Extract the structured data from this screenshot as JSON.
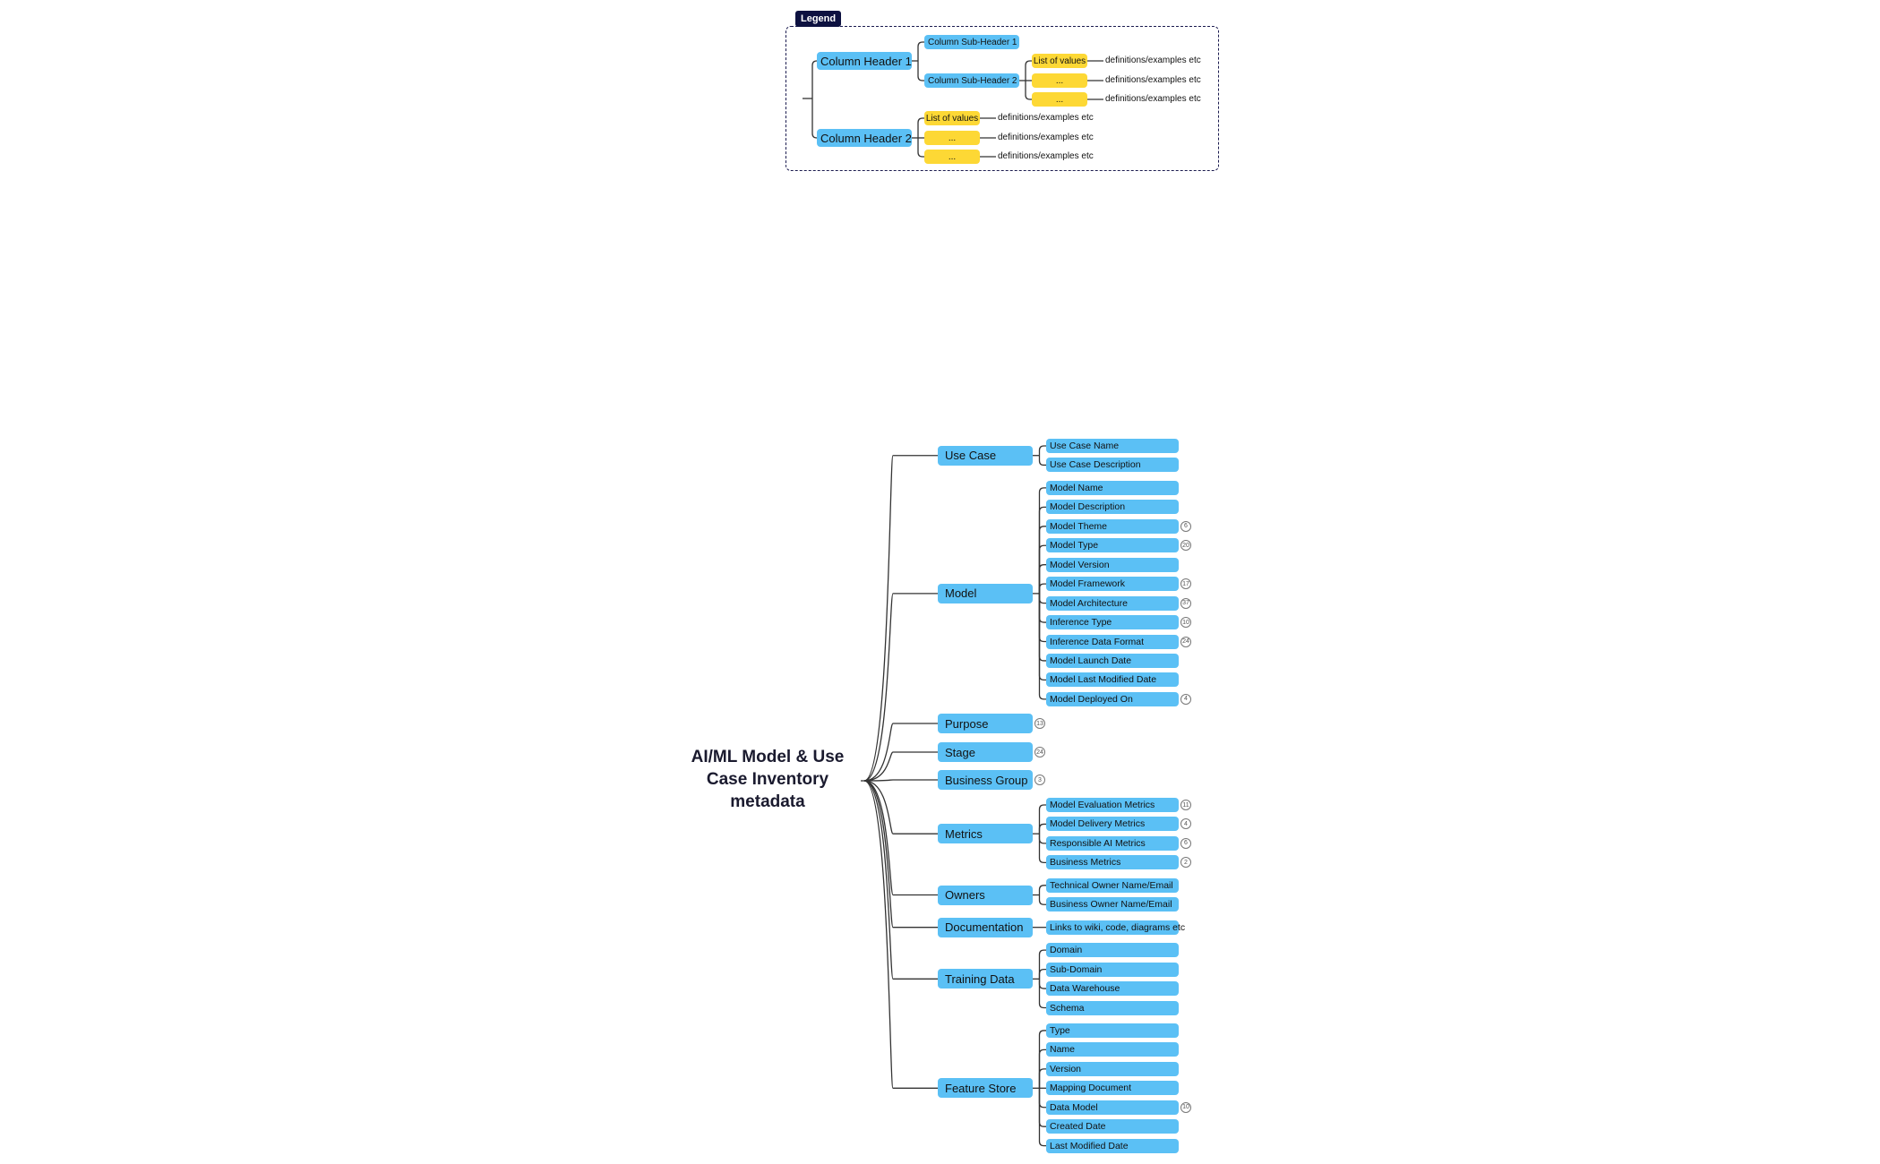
{
  "legend": {
    "title": "Legend",
    "headers": [
      {
        "label": "Column Header 1",
        "subheaders": [
          {
            "label": "Column Sub-Header 1",
            "values": []
          },
          {
            "label": "Column Sub-Header 2",
            "values": [
              "List of values",
              "...",
              "..."
            ]
          }
        ],
        "values": []
      },
      {
        "label": "Column Header 2",
        "subheaders": [],
        "values": [
          "List of values",
          "...",
          "..."
        ]
      }
    ],
    "definition_text": "definitions/examples etc"
  },
  "root": {
    "title": "AI/ML Model & Use Case Inventory metadata"
  },
  "branches": [
    {
      "label": "Use Case",
      "children": [
        {
          "label": "Use Case Name"
        },
        {
          "label": "Use Case Description"
        }
      ]
    },
    {
      "label": "Model",
      "children": [
        {
          "label": "Model Name"
        },
        {
          "label": "Model Description"
        },
        {
          "label": "Model Theme",
          "count": "6"
        },
        {
          "label": "Model Type",
          "count": "20"
        },
        {
          "label": "Model Version"
        },
        {
          "label": "Model Framework",
          "count": "17"
        },
        {
          "label": "Model Architecture",
          "count": "37"
        },
        {
          "label": "Inference Type",
          "count": "10"
        },
        {
          "label": "Inference Data Format",
          "count": "24"
        },
        {
          "label": "Model Launch Date"
        },
        {
          "label": "Model Last Modified Date"
        },
        {
          "label": "Model Deployed On",
          "count": "4"
        }
      ]
    },
    {
      "label": "Purpose",
      "count": "13",
      "children": []
    },
    {
      "label": "Stage",
      "count": "24",
      "children": []
    },
    {
      "label": "Business Group",
      "count": "3",
      "children": []
    },
    {
      "label": "Metrics",
      "children": [
        {
          "label": "Model Evaluation Metrics",
          "count": "11"
        },
        {
          "label": "Model Delivery Metrics",
          "count": "4"
        },
        {
          "label": "Responsible AI Metrics",
          "count": "6"
        },
        {
          "label": "Business Metrics",
          "count": "2"
        }
      ]
    },
    {
      "label": "Owners",
      "children": [
        {
          "label": "Technical Owner Name/Email"
        },
        {
          "label": "Business Owner Name/Email"
        }
      ]
    },
    {
      "label": "Documentation",
      "children": [
        {
          "label": "Links to wiki, code, diagrams etc"
        }
      ]
    },
    {
      "label": "Training Data",
      "children": [
        {
          "label": "Domain"
        },
        {
          "label": "Sub-Domain"
        },
        {
          "label": "Data Warehouse"
        },
        {
          "label": "Schema"
        }
      ]
    },
    {
      "label": "Feature Store",
      "children": [
        {
          "label": "Type"
        },
        {
          "label": "Name"
        },
        {
          "label": "Version"
        },
        {
          "label": "Mapping Document"
        },
        {
          "label": "Data Model",
          "count": "10"
        },
        {
          "label": "Created Date"
        },
        {
          "label": "Last Modified Date"
        }
      ]
    }
  ],
  "colors": {
    "node_blue": "#5bc0f5",
    "node_yellow": "#fdd835",
    "legend_border": "#1a1a4e",
    "legend_tag": "#0d1140",
    "connector": "#333333"
  }
}
